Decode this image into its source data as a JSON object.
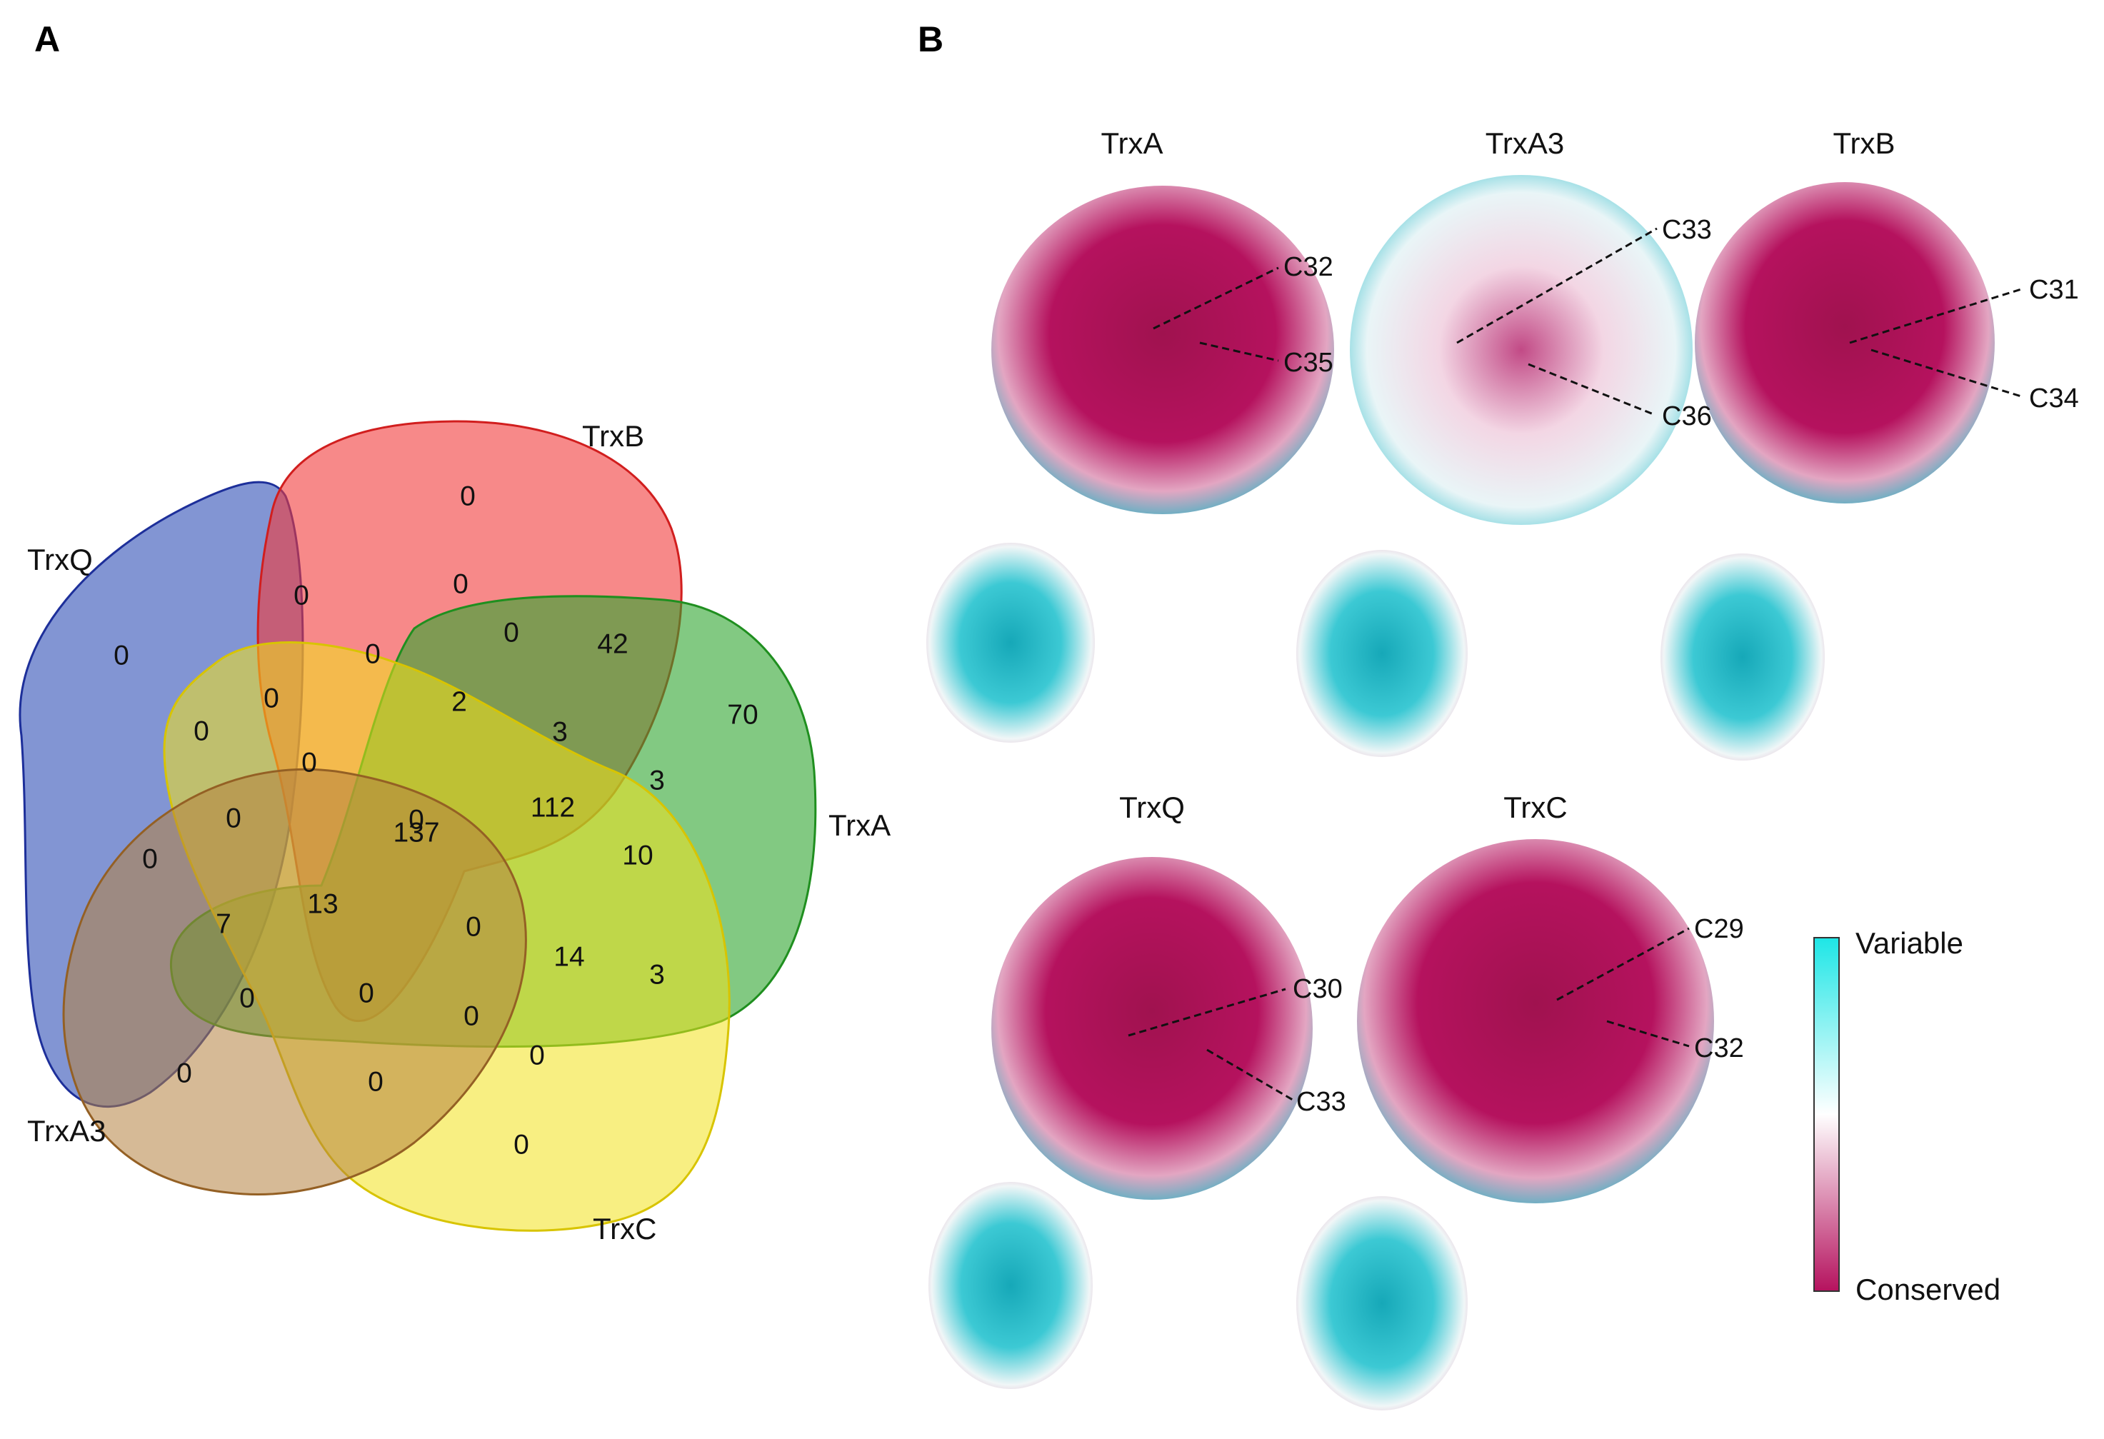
{
  "panel_a": {
    "letter": "A",
    "sets": [
      {
        "name": "TrxQ",
        "color": "#2f4fb5"
      },
      {
        "name": "TrxB",
        "color": "#f23b3b"
      },
      {
        "name": "TrxA",
        "color": "#2ea52e"
      },
      {
        "name": "TrxC",
        "color": "#f2e21b"
      },
      {
        "name": "TrxA3",
        "color": "#b5823f"
      }
    ],
    "regions": [
      "0",
      "0",
      "0",
      "70",
      "0",
      "0",
      "0",
      "0",
      "42",
      "0",
      "0",
      "2",
      "3",
      "0",
      "3",
      "0",
      "0",
      "137",
      "112",
      "10",
      "0",
      "7",
      "13",
      "0",
      "14",
      "3",
      "0",
      "0",
      "0",
      "0",
      "0",
      "0"
    ]
  },
  "panel_b": {
    "letter": "B",
    "proteins": [
      {
        "name": "TrxA",
        "cys": [
          "C32",
          "C35"
        ]
      },
      {
        "name": "TrxA3",
        "cys": [
          "C33",
          "C36"
        ]
      },
      {
        "name": "TrxB",
        "cys": [
          "C31",
          "C34"
        ]
      },
      {
        "name": "TrxQ",
        "cys": [
          "C30",
          "C33"
        ]
      },
      {
        "name": "TrxC",
        "cys": [
          "C29",
          "C32"
        ]
      }
    ],
    "legend": {
      "top": "Variable",
      "bottom": "Conserved",
      "colors": [
        "#1ee6e6",
        "#ffffff",
        "#b5125e"
      ]
    }
  }
}
